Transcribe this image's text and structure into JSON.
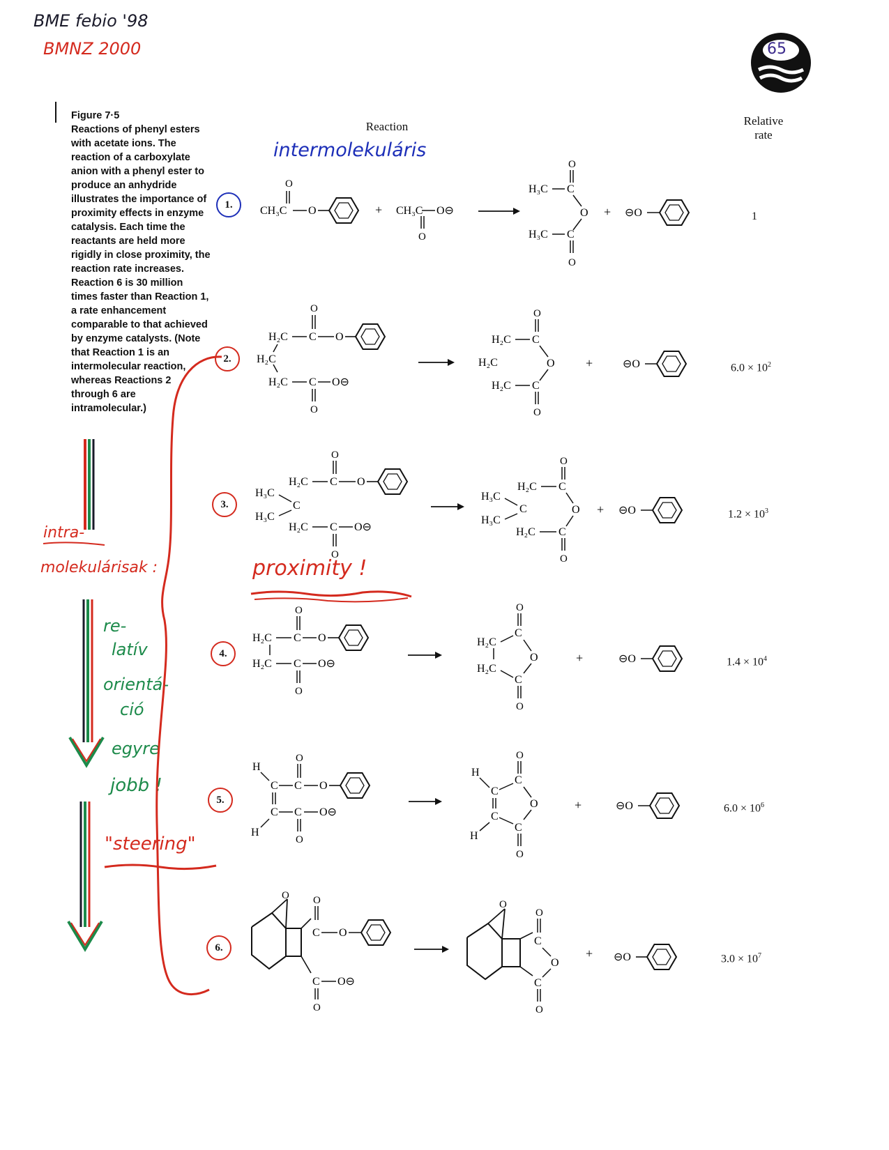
{
  "header_notes": {
    "line1": "BME febio '98",
    "line2": "BMNZ 2000",
    "page_number": "65"
  },
  "caption": {
    "figure_label": "Figure 7·5",
    "text": "Reactions of phenyl esters with acetate ions. The reaction of a carboxylate anion with a phenyl ester to produce an anhydride illustrates the importance of proximity effects in enzyme catalysis. Each time the reactants are held more rigidly in close proximity, the reaction rate increases. Reaction 6 is 30 million times faster than Reaction 1, a rate enhancement comparable to that achieved by enzyme catalysts. (Note that Reaction 1 is an intermolecular reaction, whereas Reactions 2 through 6 are intramolecular.)"
  },
  "columns": {
    "reaction": "Reaction",
    "relative_rate_1": "Relative",
    "relative_rate_2": "rate"
  },
  "annotations": {
    "intermolecular": "intermolekuláris",
    "intra_1": "intra-",
    "intra_2": "molekulárisak :",
    "proximity": "proximity !",
    "relativ": "re-",
    "relativ2": "latív",
    "orient": "orientá-",
    "orient2": "ció",
    "egyre": "egyre",
    "jobb": "jobb !",
    "steering": "\"steering\""
  },
  "reactions": [
    {
      "number": "1.",
      "rate_mantissa": "1",
      "rate_exp": ""
    },
    {
      "number": "2.",
      "rate_mantissa": "6.0 × 10",
      "rate_exp": "2"
    },
    {
      "number": "3.",
      "rate_mantissa": "1.2 × 10",
      "rate_exp": "3"
    },
    {
      "number": "4.",
      "rate_mantissa": "1.4 × 10",
      "rate_exp": "4"
    },
    {
      "number": "5.",
      "rate_mantissa": "6.0 × 10",
      "rate_exp": "6"
    },
    {
      "number": "6.",
      "rate_mantissa": "3.0 × 10",
      "rate_exp": "7"
    }
  ],
  "chem": {
    "ch3c": "CH₃C",
    "o": "O",
    "o_minus": "O⊖",
    "minus_o": "⊖O",
    "plus": "+",
    "h3c": "H₃C",
    "h2c": "H₂C",
    "h": "H",
    "c": "C",
    "arrow": "⟶"
  },
  "colors": {
    "red_ink": "#d42a1e",
    "blue_ink": "#1d2fb8",
    "green_ink": "#1c8a4a",
    "dark_ink": "#1a1a2a"
  }
}
